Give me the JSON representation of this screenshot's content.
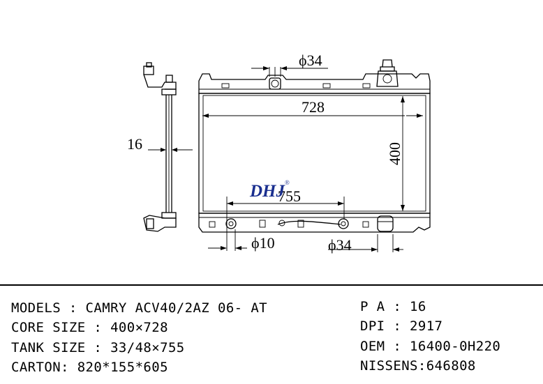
{
  "drawing": {
    "dim_phi34_top": "ϕ34",
    "dim_width": "728",
    "dim_height": "400",
    "dim_thickness": "16",
    "dim_755": "755",
    "dim_phi10": "ϕ10",
    "dim_phi34_bottom": "ϕ34",
    "brand": "DHJ",
    "brand_mark": "®"
  },
  "specs": {
    "models": "MODELS : CAMRY ACV40/2AZ 06- AT",
    "core_size": "CORE SIZE : 400×728",
    "tank_size": "TANK SIZE : 33/48×755",
    "carton": "CARTON: 820*155*605",
    "pa": "P A : 16",
    "dpi": "DPI : 2917",
    "oem": "OEM : 16400-0H220",
    "nissens": "NISSENS:646808"
  }
}
